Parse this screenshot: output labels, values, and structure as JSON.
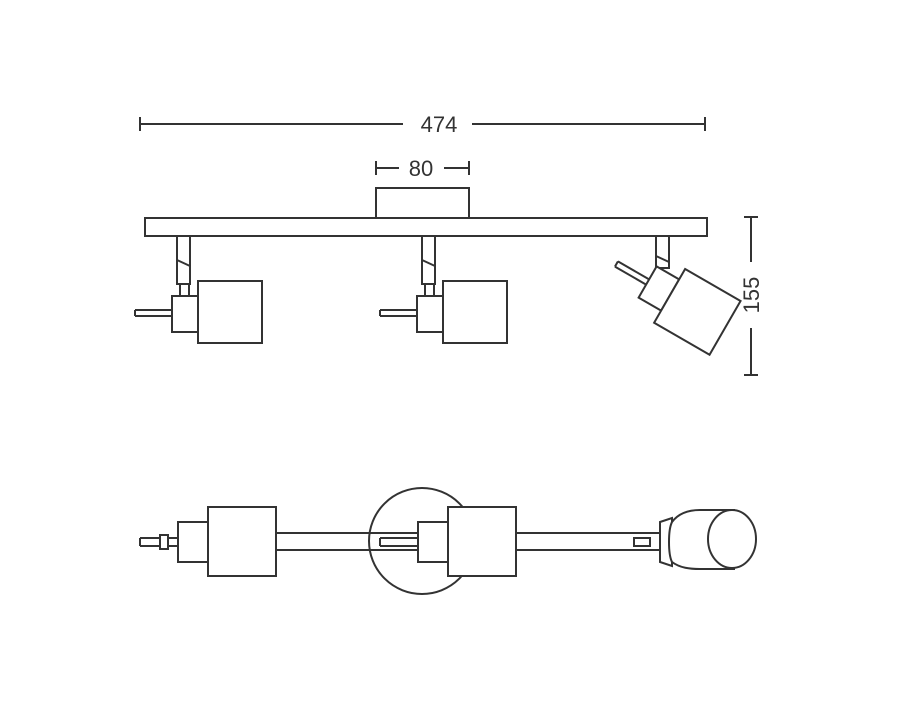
{
  "dimensions": {
    "total_width": "474",
    "base_width": "80",
    "height": "155"
  },
  "colors": {
    "line": "#333333",
    "background": "#ffffff"
  }
}
